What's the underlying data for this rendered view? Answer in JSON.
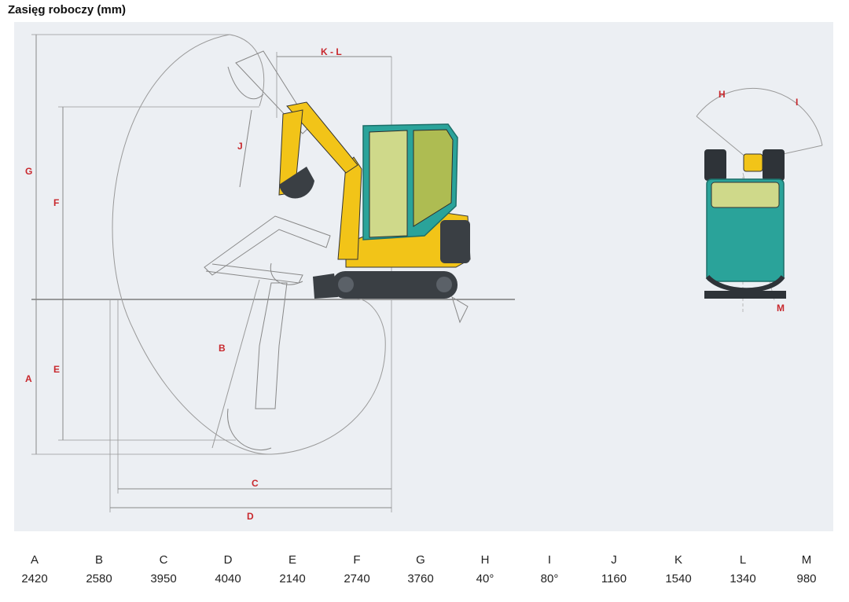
{
  "title": "Zasięg roboczy (mm)",
  "diagram_labels": {
    "A": "A",
    "B": "B",
    "C": "C",
    "D": "D",
    "E": "E",
    "F": "F",
    "G": "G",
    "H": "H",
    "I": "I",
    "J": "J",
    "KL": "K - L",
    "M": "M"
  },
  "specs": [
    {
      "key": "A",
      "value": "2420"
    },
    {
      "key": "B",
      "value": "2580"
    },
    {
      "key": "C",
      "value": "3950"
    },
    {
      "key": "D",
      "value": "4040"
    },
    {
      "key": "E",
      "value": "2140"
    },
    {
      "key": "F",
      "value": "2740"
    },
    {
      "key": "G",
      "value": "3760"
    },
    {
      "key": "H",
      "value": "40°"
    },
    {
      "key": "I",
      "value": "80°"
    },
    {
      "key": "J",
      "value": "1160"
    },
    {
      "key": "K",
      "value": "1540"
    },
    {
      "key": "L",
      "value": "1340"
    },
    {
      "key": "M",
      "value": "980"
    }
  ],
  "colors": {
    "label_red": "#c8282d",
    "machine_yellow": "#f2c418",
    "machine_teal": "#2aa39a",
    "panel_bg": "#eceff3"
  }
}
